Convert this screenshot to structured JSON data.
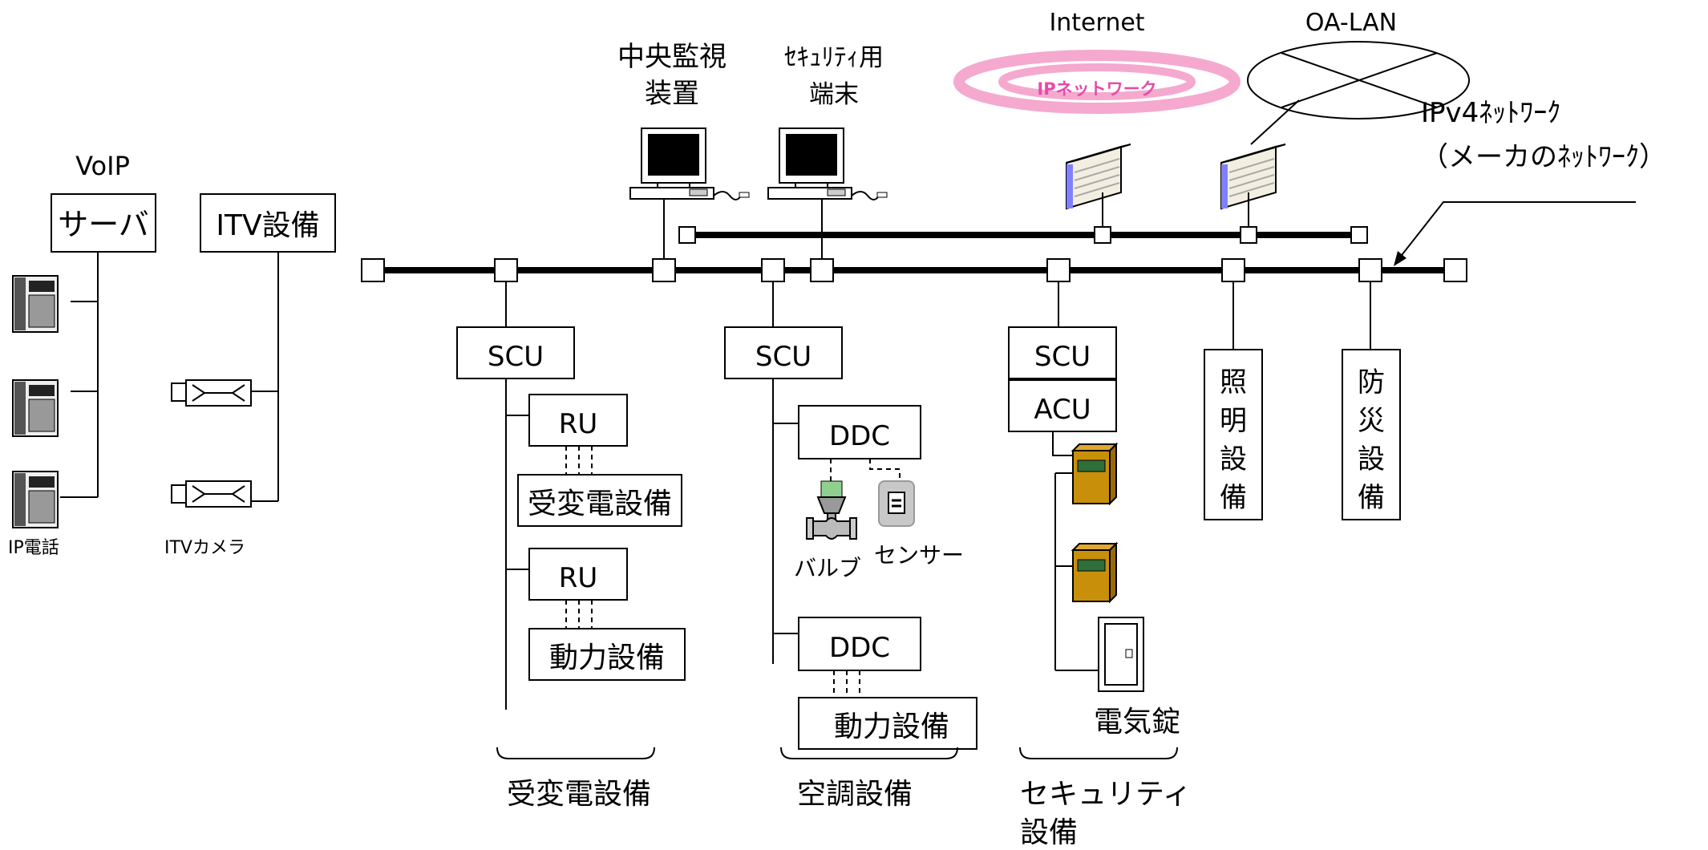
{
  "labels": {
    "voip": "VoIP",
    "server": "サーバ",
    "itv_equipment": "ITV設備",
    "ip_phone": "IP電話",
    "itv_camera": "ITVカメラ",
    "central_monitor_l1": "中央監視",
    "central_monitor_l2": "装置",
    "security_terminal_l1": "ｾｷｭﾘﾃｨ用",
    "security_terminal_l2": "端末",
    "internet": "Internet",
    "ip_network": "IPネットワーク",
    "oa_lan": "OA-LAN",
    "ipv4_network_l1": "IPv4ﾈｯﾄﾜｰｸ",
    "ipv4_network_l2": "（メーカのﾈｯﾄﾜｰｸ）",
    "scu": "SCU",
    "ru": "RU",
    "ddc": "DDC",
    "acu": "ACU",
    "substation_equipment": "受変電設備",
    "power_equipment": "動力設備",
    "valve": "バルブ",
    "sensor": "センサー",
    "electric_lock": "電気錠",
    "lighting_equipment": "照明設備",
    "disaster_prevention_equipment": "防災設備",
    "group_substation": "受変電設備",
    "group_hvac": "空調設備",
    "group_security_l1": "セキュリティ",
    "group_security_l2": "設備"
  },
  "colors": {
    "ip_network_ring": "#f5a9cf",
    "ip_network_text": "#e64aa8",
    "router_stripe": "#8080ff",
    "router_body": "#f2efe0",
    "card_reader": "#c8900a",
    "card_reader_display": "#2f6f3a"
  }
}
